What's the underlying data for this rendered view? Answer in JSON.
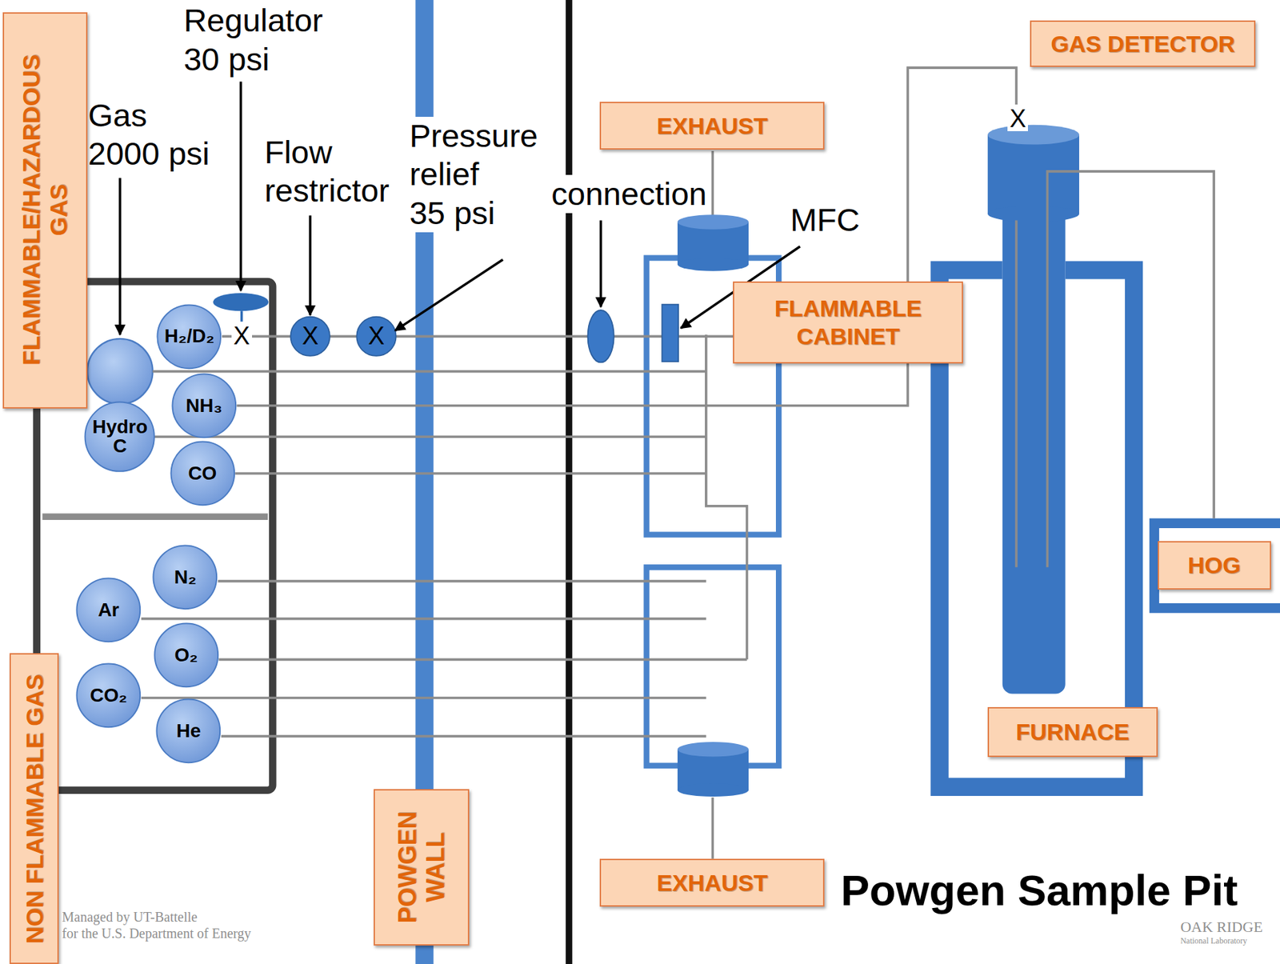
{
  "diagram": {
    "title": "Powgen Sample Pit",
    "nodes": [
      {
        "text": [
          "FLAMMABLE/HAZARDOUS GAS"
        ]
      },
      {
        "text": [
          "H₂/D₂"
        ]
      },
      {
        "text": [
          "NH₃"
        ]
      },
      {
        "text": [
          "Hydro C"
        ]
      },
      {
        "text": [
          "CO"
        ]
      },
      {
        "text": [
          "N₂"
        ]
      },
      {
        "text": [
          "Ar"
        ]
      },
      {
        "text": [
          "O₂"
        ]
      },
      {
        "text": [
          "CO₂"
        ]
      },
      {
        "text": [
          "He"
        ]
      },
      {
        "text": [
          "NON FLAMMABLE GAS"
        ]
      },
      {
        "text": [
          "POWGEN WALL"
        ]
      },
      {
        "text": [
          "GAS DETECTOR"
        ]
      },
      {
        "text": [
          "EXHAUST"
        ]
      },
      {
        "text": [
          "FLAMMABLE CABINET"
        ]
      },
      {
        "text": [
          "HOG"
        ]
      },
      {
        "text": [
          "FURNACE"
        ]
      },
      {
        "text": [
          "EXHAUST"
        ]
      }
    ],
    "edges": [
      {
        "from": 1,
        "to": 14,
        "arrow": "none"
      }
    ],
    "labels": [
      "Regulator 30 psi",
      "Gas 2000 psi",
      "Flow restrictor",
      "Pressure relief 35 psi",
      "connection",
      "MFC",
      "X",
      "X",
      "X",
      "X",
      "Managed by UT-Battelle for the U.S. Department of Energy",
      "OAK RIDGE",
      "National Laboratory"
    ]
  }
}
